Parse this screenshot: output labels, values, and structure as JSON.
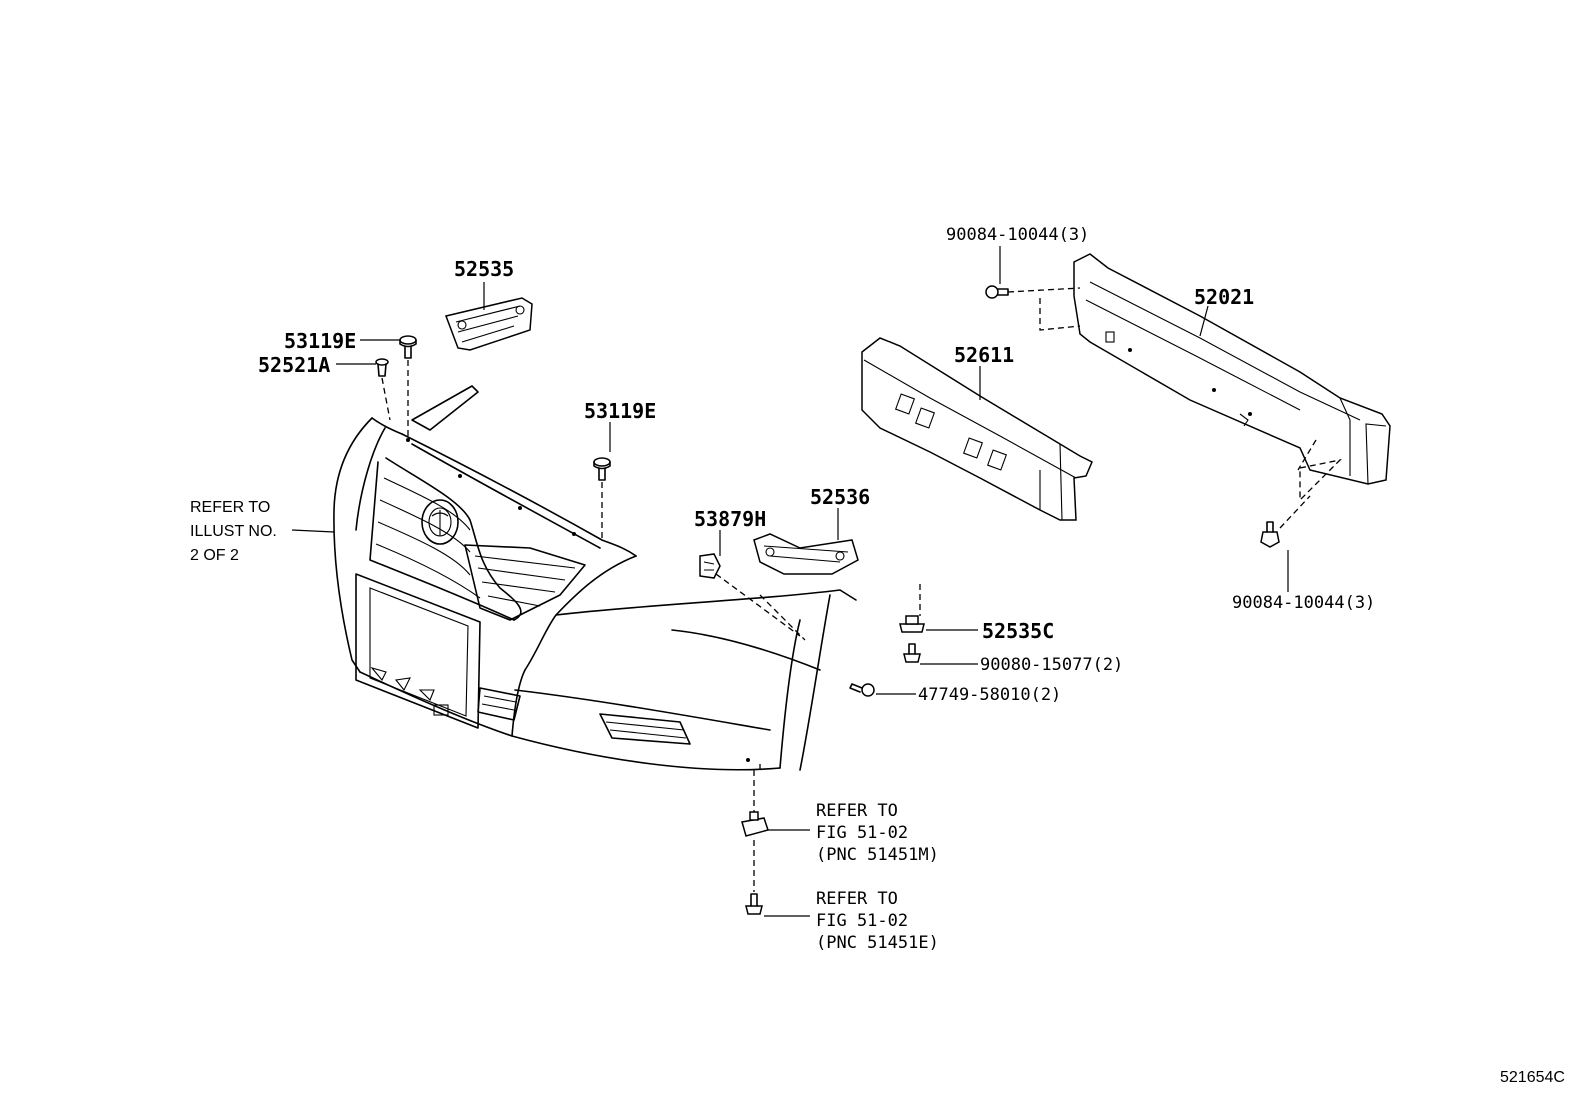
{
  "diagram_id": "521654C",
  "callouts": {
    "p52535": "52535",
    "p53119E_top": "53119E",
    "p52521A": "52521A",
    "p53119E_mid": "53119E",
    "p90084_top": "90084-10044(3)",
    "p52021": "52021",
    "p52611": "52611",
    "p52536": "52536",
    "p53879H": "53879H",
    "p52535C": "52535C",
    "p90080": "90080-15077(2)",
    "p47749": "47749-58010(2)",
    "p90084_bottom": "90084-10044(3)"
  },
  "notes": {
    "refer_illust": [
      "REFER TO",
      "ILLUST NO.",
      "2 OF 2"
    ],
    "refer_fig_m": [
      "REFER TO",
      "FIG 51-02",
      "(PNC 51451M)"
    ],
    "refer_fig_e": [
      "REFER TO",
      "FIG 51-02",
      "(PNC 51451E)"
    ]
  }
}
